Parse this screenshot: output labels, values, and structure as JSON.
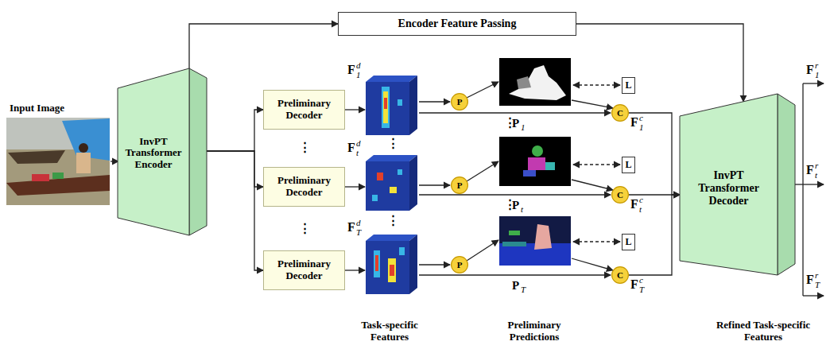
{
  "diagram": {
    "nodes": [
      {
        "text": [
          "Encoder Feature Passing"
        ]
      },
      {
        "text": [
          "InvPT Transformer Encoder"
        ]
      },
      {
        "text": [
          "Preliminary Decoder"
        ]
      },
      {
        "text": [
          "Preliminary Decoder"
        ]
      },
      {
        "text": [
          "Preliminary Decoder"
        ]
      },
      {
        "text": [
          "P"
        ]
      },
      {
        "text": [
          "P"
        ]
      },
      {
        "text": [
          "P"
        ]
      },
      {
        "text": [
          "L"
        ]
      },
      {
        "text": [
          "L"
        ]
      },
      {
        "text": [
          "L"
        ]
      },
      {
        "text": [
          "C"
        ]
      },
      {
        "text": [
          "C"
        ]
      },
      {
        "text": [
          "C"
        ]
      },
      {
        "text": [
          "InvPT Transformer Decoder"
        ]
      }
    ],
    "edges": [
      {
        "from": 1,
        "to": 0,
        "arrow": "to"
      },
      {
        "from": 0,
        "to": 14,
        "arrow": "to"
      },
      {
        "from": 1,
        "to": 2,
        "arrow": "to"
      },
      {
        "from": 1,
        "to": 3,
        "arrow": "to"
      },
      {
        "from": 1,
        "to": 4,
        "arrow": "to"
      },
      {
        "from": 11,
        "to": 14,
        "arrow": "to"
      },
      {
        "from": 12,
        "to": 14,
        "arrow": "to"
      },
      {
        "from": 13,
        "to": 14,
        "arrow": "to"
      }
    ],
    "labels": [
      "Input Image",
      "F",
      "d",
      "1",
      "F",
      "d",
      "t",
      "F",
      "d",
      "T",
      "⋮",
      "⋮",
      "⋮",
      "⋮",
      "⋮",
      "P",
      "1",
      "⋮",
      "P",
      "t",
      "P",
      "T",
      "F",
      "c",
      "1",
      "F",
      "c",
      "t",
      "F",
      "c",
      "T",
      "F",
      "r",
      "1",
      "F",
      "r",
      "t",
      "F",
      "r",
      "T",
      "Task-specific Features",
      "Preliminary Predictions",
      "Refined Task-specific Features"
    ]
  }
}
